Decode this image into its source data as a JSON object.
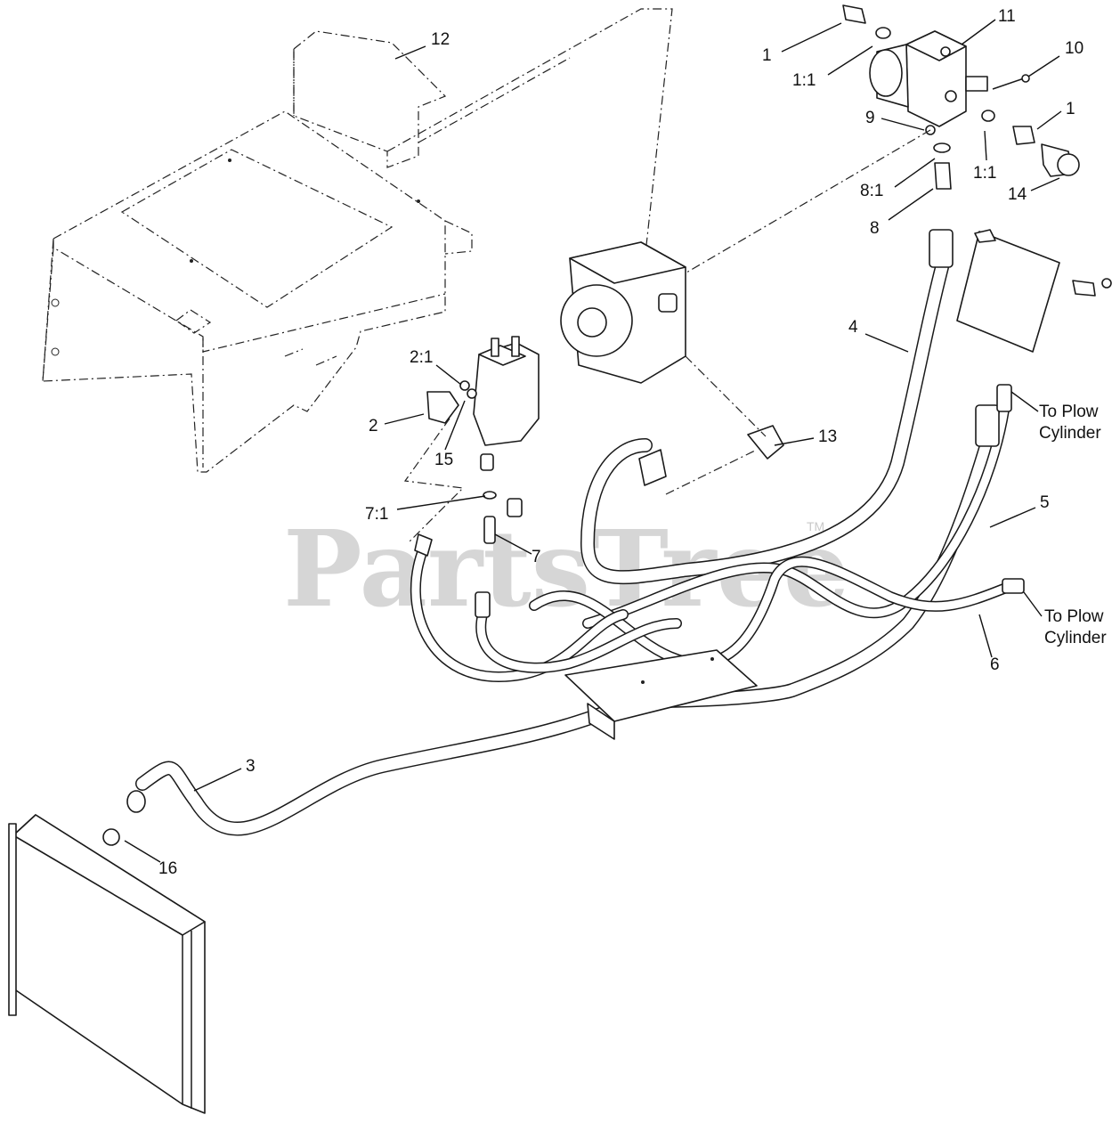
{
  "watermark": {
    "brand": "PartsTree",
    "trademark": "TM"
  },
  "callouts": [
    {
      "id": "c12",
      "text": "12"
    },
    {
      "id": "c11",
      "text": "11"
    },
    {
      "id": "c1a",
      "text": "1"
    },
    {
      "id": "c10",
      "text": "10"
    },
    {
      "id": "c1-1a",
      "text": "1:1"
    },
    {
      "id": "c9",
      "text": "9"
    },
    {
      "id": "c1b",
      "text": "1"
    },
    {
      "id": "c1-1b",
      "text": "1:1"
    },
    {
      "id": "c8-1",
      "text": "8:1"
    },
    {
      "id": "c14",
      "text": "14"
    },
    {
      "id": "c8",
      "text": "8"
    },
    {
      "id": "c4",
      "text": "4"
    },
    {
      "id": "c2-1",
      "text": "2:1"
    },
    {
      "id": "c2",
      "text": "2"
    },
    {
      "id": "c15",
      "text": "15"
    },
    {
      "id": "c13",
      "text": "13"
    },
    {
      "id": "c7-1",
      "text": "7:1"
    },
    {
      "id": "c7",
      "text": "7"
    },
    {
      "id": "c5",
      "text": "5"
    },
    {
      "id": "c6",
      "text": "6"
    },
    {
      "id": "c3",
      "text": "3"
    },
    {
      "id": "c16",
      "text": "16"
    }
  ],
  "notes": {
    "plow_upper": [
      "To Plow",
      "Cylinder"
    ],
    "plow_lower": [
      "To Plow",
      "Cylinder"
    ]
  }
}
